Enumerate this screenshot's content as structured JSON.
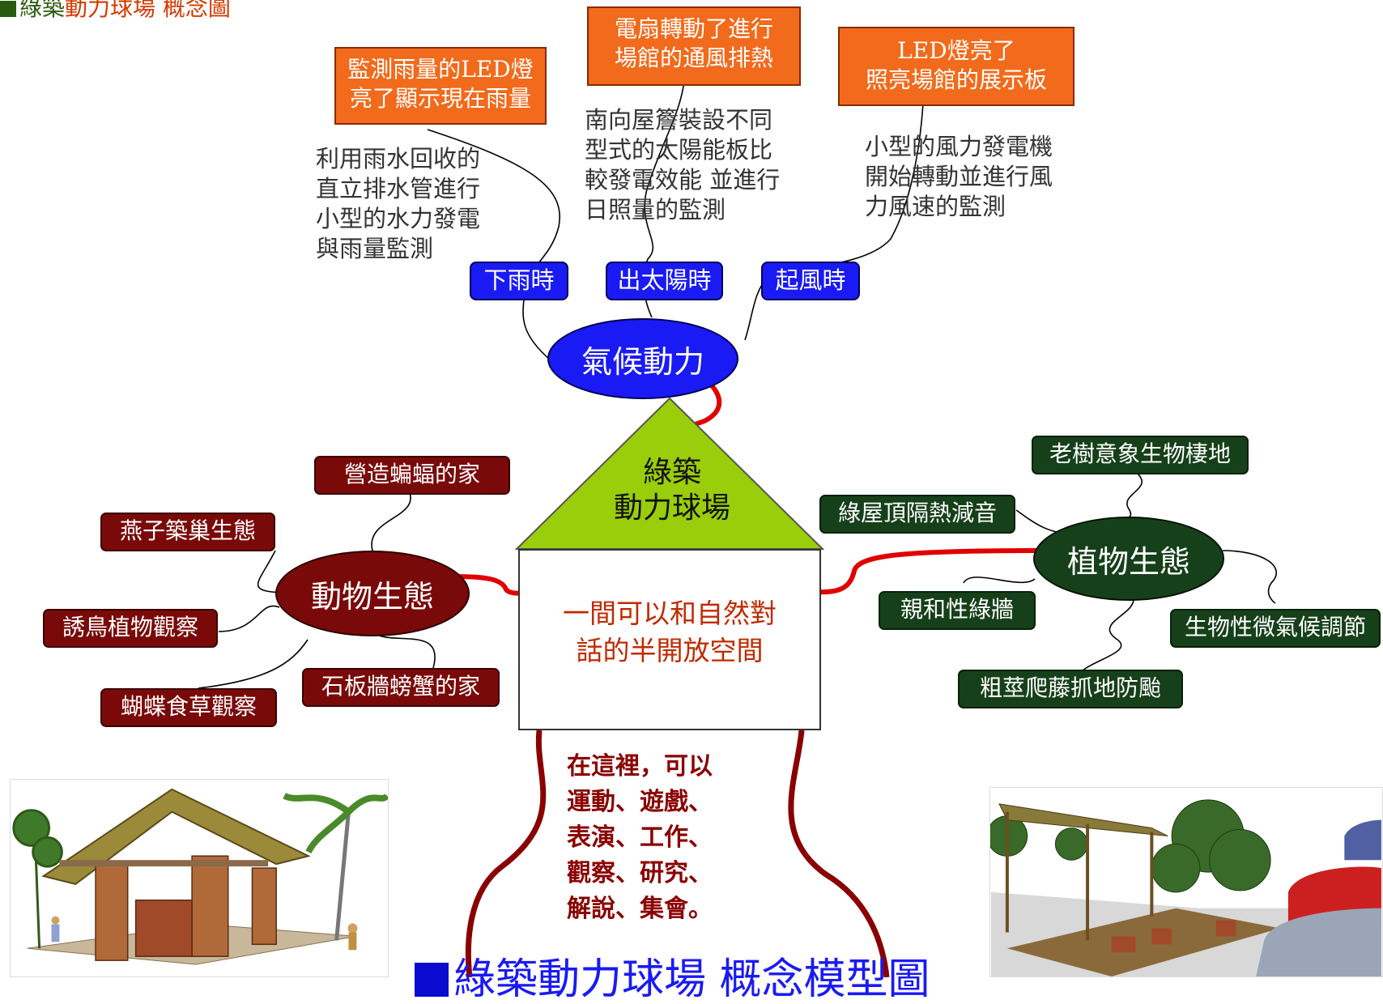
{
  "title": {
    "prefix": "綠築",
    "main": "動力球場 概念圖"
  },
  "climate": {
    "center": "氣候動力",
    "tags": [
      "下雨時",
      "出太陽時",
      "起風時"
    ],
    "orange_boxes": [
      "監測雨量的LED燈\n亮了顯示現在雨量",
      "電扇轉動了進行\n場館的通風排熱",
      "LED燈亮了\n照亮場館的展示板"
    ],
    "descriptions": [
      "利用雨水回收的\n直立排水管進行\n小型的水力發電\n與雨量監測",
      "南向屋簷裝設不同\n型式的太陽能板比\n較發電效能 並進行\n日照量的監測",
      "小型的風力發電機\n開始轉動並進行風\n力風速的監測"
    ]
  },
  "house": {
    "roof_label": "綠築\n動力球場",
    "slogan": "一間可以和自然對\n話的半開放空間",
    "activities": "在這裡，可以\n運動、遊戲、\n表演、工作、\n觀察、研究、\n解說、集會。"
  },
  "animal": {
    "center": "動物生態",
    "items": [
      "營造蝙蝠的家",
      "燕子築巢生態",
      "誘鳥植物觀察",
      "蝴蝶食草觀察",
      "石板牆螃蟹的家"
    ]
  },
  "plant": {
    "center": "植物生態",
    "items": [
      "老樹意象生物棲地",
      "綠屋頂隔熱減音",
      "親和性綠牆",
      "生物性微氣候調節",
      "粗莖爬藤抓地防颱"
    ]
  },
  "bottom_title": "綠築動力球場 概念模型圖",
  "colors": {
    "climate": "#1a1af5",
    "animal": "#7a0a0a",
    "plant": "#16401a",
    "orange": "#f26a1b",
    "roof": "#9acd0a",
    "link": "#e00000"
  }
}
